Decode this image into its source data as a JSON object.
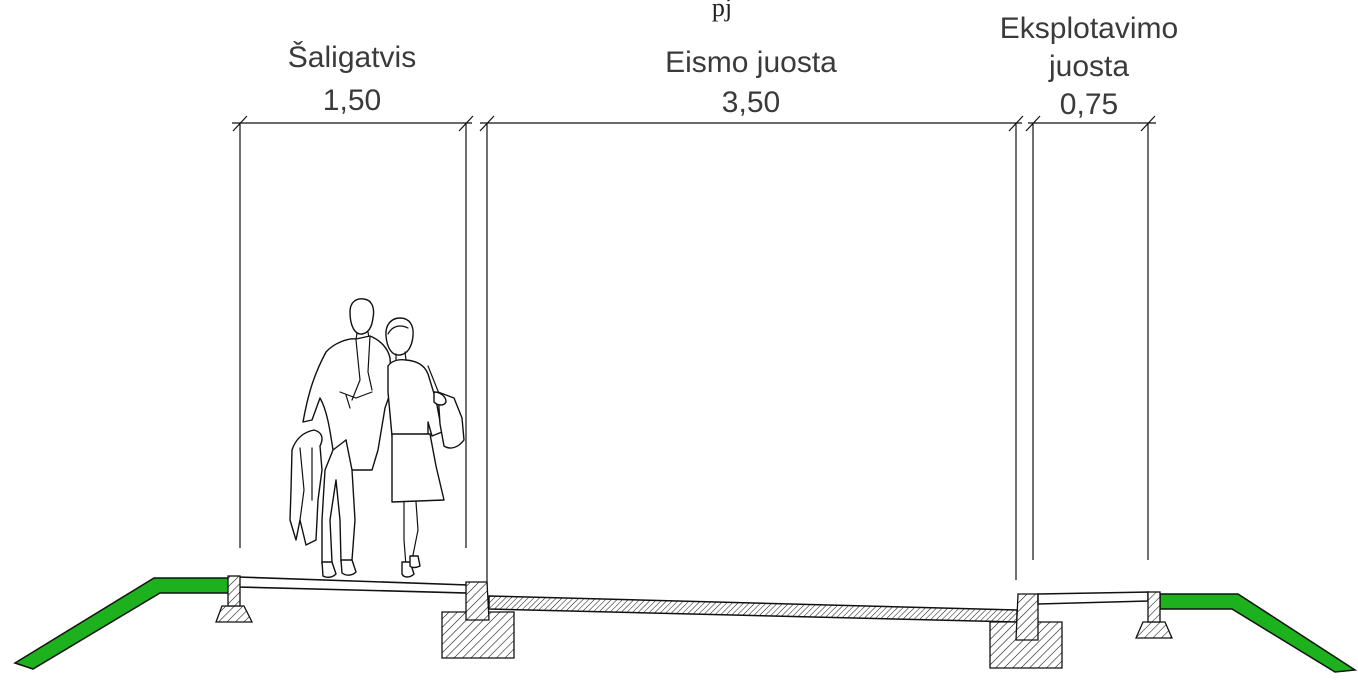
{
  "header_fragment": "pj",
  "dimensions": [
    {
      "label": "Šaligatvis",
      "value": "1,50"
    },
    {
      "label": "Eismo juosta",
      "value": "3,50"
    },
    {
      "label": "Eksplotavimo",
      "label_line2": "juosta",
      "value": "0,75"
    }
  ],
  "colors": {
    "grass": "#1db11d",
    "line": "#111111",
    "text": "#3a3a3a"
  }
}
